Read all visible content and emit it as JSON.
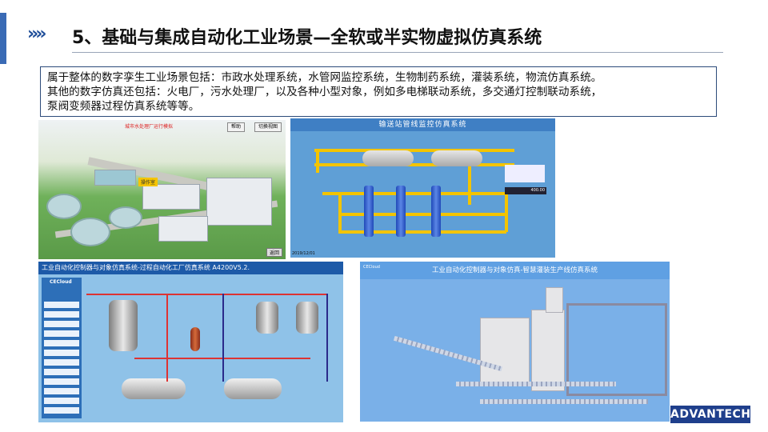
{
  "slide": {
    "title": "5、基础与集成自动化工业场景—全软或半实物虚拟仿真系统",
    "chevrons": "»»",
    "description": [
      "属于整体的数字孪生工业场景包括：市政水处理系统，水管网监控系统，生物制药系统，灌装系统，物流仿真系统。",
      "其他的数字仿真还包括：火电厂，污水处理厂，以及各种小型对象，例如多电梯联动系统，多交通灯控制联动系统，",
      "泵阀变频器过程仿真系统等等。"
    ],
    "logo_text": "ADVANTECH",
    "accent_color": "#3a6bb5"
  },
  "screenshots": {
    "water_plant": {
      "title": "城市水处理厂运行模拟",
      "help_button": "帮助",
      "switch_button": "切换视图",
      "tag": "操作室",
      "corner": "返回"
    },
    "pipeline": {
      "title": "输送站管线监控仿真系统",
      "reading": "400.00",
      "date": "2019/12/01"
    },
    "process_factory": {
      "title": "工业自动化控制器与对象仿真系统-过程自动化工厂仿真系统  A4200V5.2.",
      "logo": "CECloud"
    },
    "filling_line": {
      "title": "工业自动化控制器与对象仿真-智慧灌装生产线仿真系统",
      "logo": "CECloud"
    }
  }
}
